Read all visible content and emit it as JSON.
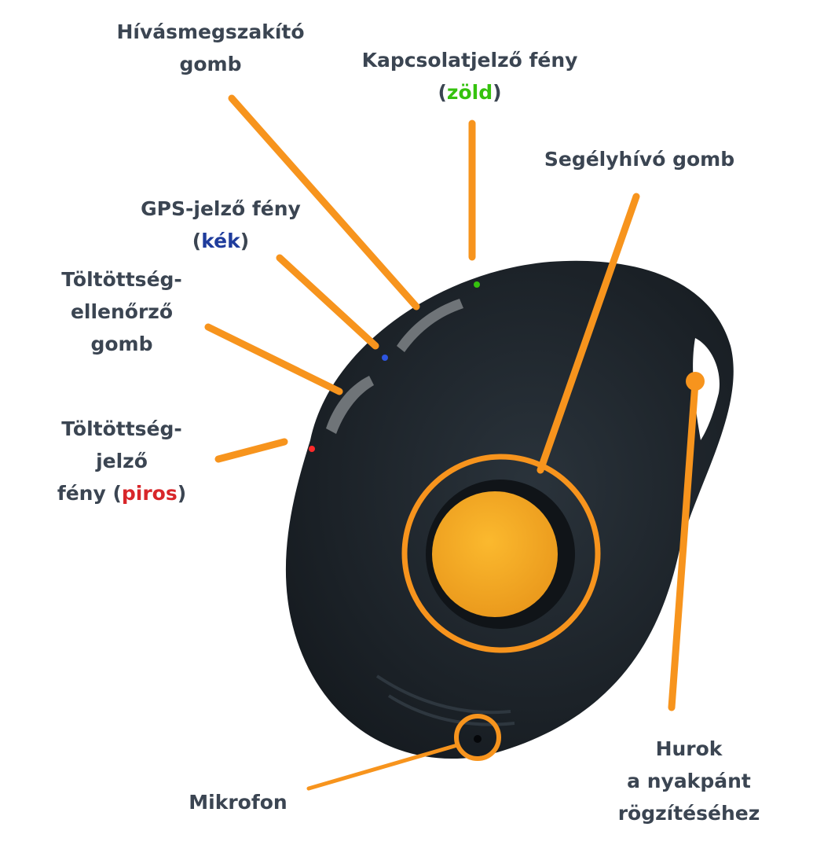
{
  "labels": {
    "call_end_button": {
      "line1": "Hívásmegszakító",
      "line2": "gomb"
    },
    "connection_light": {
      "line1": "Kapcsolatjelző fény",
      "open": "(",
      "color_word": "zöld",
      "close": ")"
    },
    "sos_button": {
      "line1": "Segélyhívó gomb"
    },
    "gps_light": {
      "line1": "GPS-jelző fény",
      "open": "(",
      "color_word": "kék",
      "close": ")"
    },
    "battery_check_button": {
      "line1": "Töltöttség-",
      "line2": "ellenőrző",
      "line3": "gomb"
    },
    "battery_light": {
      "line1": "Töltöttség-",
      "line2": "jelző",
      "line3_prefix": "fény (",
      "color_word": "piros",
      "close": ")"
    },
    "microphone": {
      "line1": "Mikrofon"
    },
    "lanyard_loop": {
      "line1": "Hurok",
      "line2": "a nyakpánt",
      "line3": "rögzítéséhez"
    }
  },
  "colors": {
    "callout": "#f7941d",
    "text": "#3b4552",
    "device": "#1d242b",
    "sos_button": "#f6a821",
    "green": "#35c20e",
    "blue": "#1f3c9c",
    "red": "#d8262a"
  }
}
